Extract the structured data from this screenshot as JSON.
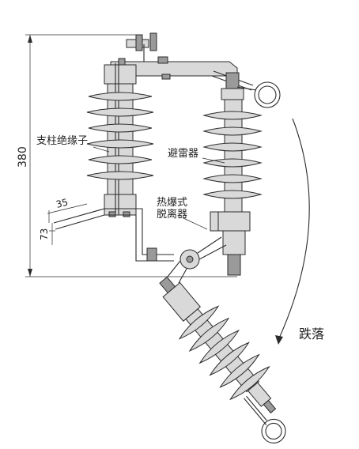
{
  "labels": {
    "dimension_height": "380",
    "dimension_35": "35",
    "dimension_73": "73",
    "post_insulator": "支柱绝缘子",
    "arrester": "避雷器",
    "disconnector_line1": "热爆式",
    "disconnector_line2": "脱离器",
    "drop": "跌落"
  }
}
